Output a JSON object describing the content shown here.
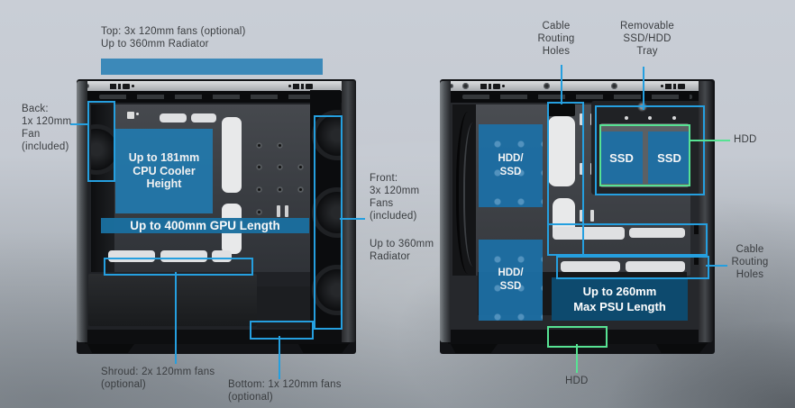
{
  "title": "PC case cooling and storage features diagram",
  "colors": {
    "accent_blue": "#259fdf",
    "accent_green": "#57e293",
    "top_bar_blue": "#3c89b9",
    "gpu_banner_blue": "#1a6f9f",
    "cpu_panel_blue": "#2279ad",
    "hdd_panel_blue": "#1d6fa5",
    "psu_banner_blue": "#0d4a6e",
    "label_text": "#3a3d40"
  },
  "left_view": {
    "top_label": "Top: 3x 120mm fans (optional)\nUp to 360mm Radiator",
    "back_label": "Back:\n1x 120mm\nFan\n(included)",
    "cpu_cooler_box": "Up to 181mm\nCPU Cooler\nHeight",
    "gpu_banner": "Up to 400mm GPU Length",
    "front_label": "Front:\n3x 120mm\nFans\n(included)",
    "front_radiator_label": "Up to 360mm\nRadiator",
    "shroud_label": "Shroud: 2x 120mm fans\n(optional)",
    "bottom_label": "Bottom: 1x 120mm fans\n(optional)"
  },
  "right_view": {
    "cable_routing_top_label": "Cable\nRouting\nHoles",
    "removable_tray_label": "Removable\nSSD/HDD\nTray",
    "hdd_ssd_upper_panel": "HDD/\nSSD",
    "hdd_ssd_lower_panel": "HDD/\nSSD",
    "ssd_left": "SSD",
    "ssd_right": "SSD",
    "hdd_right_label": "HDD",
    "cable_routing_right_label": "Cable\nRouting\nHoles",
    "psu_banner": "Up to 260mm\nMax PSU Length",
    "hdd_bottom_label": "HDD"
  }
}
